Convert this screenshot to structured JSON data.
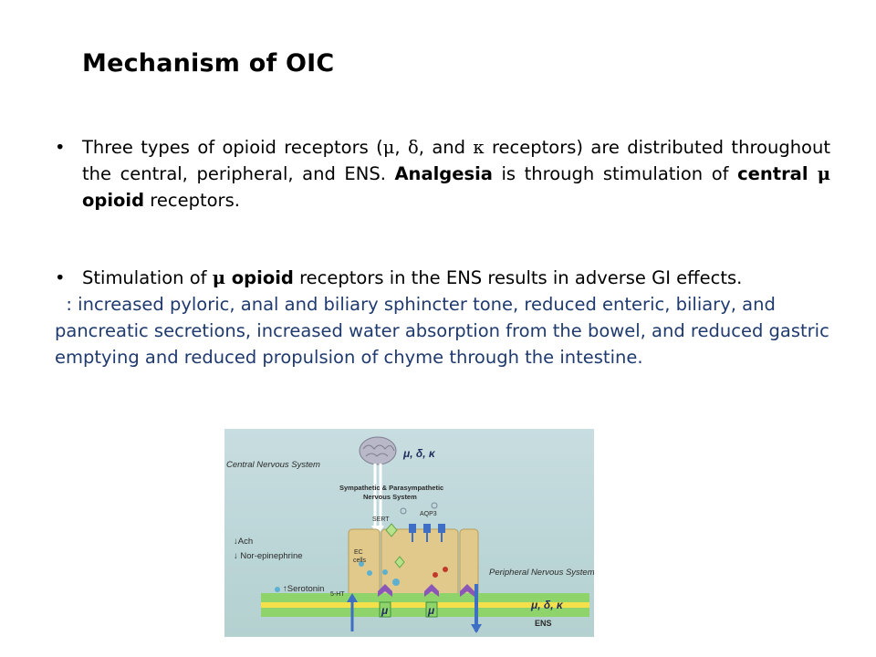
{
  "title": "Mechanism of OIC",
  "bullet1": {
    "dot": "•",
    "p1": "Three types of opioid receptors (",
    "mu": "μ",
    "c1": ", ",
    "delta": "δ",
    "c2": ", and ",
    "kappa": "κ",
    "p2": " receptors) are distributed throughout the central, peripheral, and ENS. ",
    "bold1": "Analgesia",
    "p3": " is through stimulation of ",
    "bold2": "central ",
    "mu2": "μ",
    "bold3": " opioid",
    "p4": " receptors."
  },
  "bullet2": {
    "dot": "•",
    "p1": "Stimulation of ",
    "mu": "μ",
    "bold1": " opioid",
    "p2": " receptors in the ENS results in adverse GI effects.",
    "detail": "  : increased pyloric, anal and biliary sphincter tone, reduced enteric, biliary, and pancreatic secretions, increased water absorption from the bowel, and reduced gastric emptying and reduced propulsion of chyme through the intestine."
  },
  "figure": {
    "cns_label": "Central Nervous System",
    "receptors_top": "μ, δ, κ",
    "symp_label_1": "Sympathetic & Parasympathetic",
    "symp_label_2": "Nervous System",
    "sert": "SERT",
    "aqp3": "AQP3",
    "ec_1": "EC",
    "ec_2": "cells",
    "ach": "↓Ach",
    "norepi": "↓ Nor-epinephrine",
    "serotonin": "↑Serotonin",
    "ht5": "5-HT",
    "pns_label": "Peripheral Nervous System",
    "mu_left": "μ",
    "mu_right": "μ",
    "receptors_bottom": "μ, δ, κ",
    "ens": "ENS",
    "colors": {
      "cell": "#e0c98a",
      "membrane_green": "#8fd36b",
      "membrane_yellow": "#f3e04a",
      "arrow_blue": "#3f6fc4",
      "receptor_purple": "#8a57b8",
      "diamond_green": "#b6e28a"
    }
  }
}
